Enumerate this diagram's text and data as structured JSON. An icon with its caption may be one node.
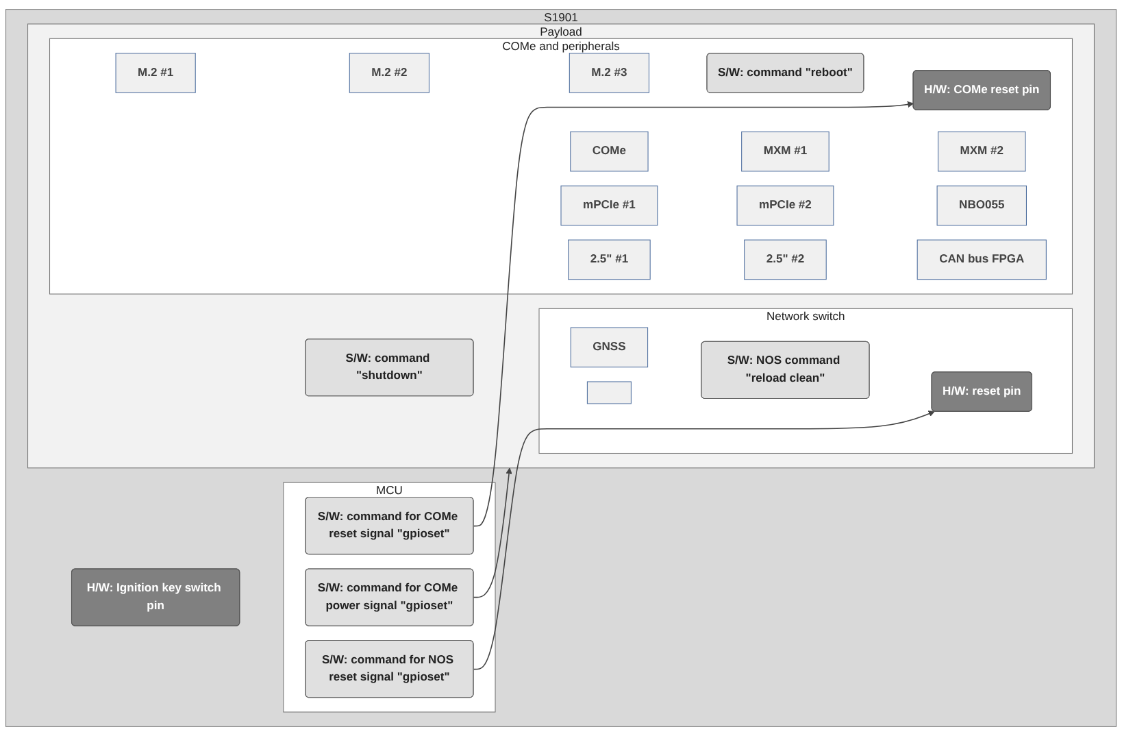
{
  "diagram": {
    "nodes": [
      {
        "text": [
          "S1901"
        ]
      },
      {
        "text": [
          "H/W: Ignition key switch pin"
        ],
        "in": 0
      },
      {
        "text": [
          "Payload"
        ],
        "in": 0
      },
      {
        "text": [
          "S/W: command \"shutdown\""
        ],
        "in": 2
      },
      {
        "text": [
          "COMe and peripherals"
        ],
        "in": 2
      },
      {
        "text": [
          "COMe"
        ],
        "in": 4
      },
      {
        "text": [
          "M.2 #1"
        ],
        "in": 4
      },
      {
        "text": [
          "mPCIe #1"
        ],
        "in": 4
      },
      {
        "text": [
          "2.5\" #1"
        ],
        "in": 4
      },
      {
        "text": [
          "MXM #1"
        ],
        "in": 4
      },
      {
        "text": [
          "M.2 #2"
        ],
        "in": 4
      },
      {
        "text": [
          "mPCIe #2"
        ],
        "in": 4
      },
      {
        "text": [
          "2.5\" #2"
        ],
        "in": 4
      },
      {
        "text": [
          "MXM #2"
        ],
        "in": 4
      },
      {
        "text": [
          "M.2 #3"
        ],
        "in": 4
      },
      {
        "text": [
          "NBO055"
        ],
        "in": 4
      },
      {
        "text": [
          "CAN bus FPGA"
        ],
        "in": 4
      },
      {
        "text": [
          "S/W: command \"reboot\""
        ],
        "in": 4
      },
      {
        "text": [
          "H/W: COMe reset pin"
        ],
        "in": 4
      },
      {
        "text": [
          "Network switch"
        ],
        "in": 2
      },
      {
        "text": [],
        "shape": "box",
        "in": 19
      },
      {
        "text": [
          "GNSS"
        ],
        "in": 19
      },
      {
        "text": [
          "S/W: NOS command \"reload clean\""
        ],
        "in": 19
      },
      {
        "text": [
          "H/W: reset pin"
        ],
        "in": 19
      },
      {
        "text": [
          "MCU"
        ],
        "in": 0
      },
      {
        "text": [
          "S/W: command for COMe reset signal \"gpioset\""
        ],
        "in": 24
      },
      {
        "text": [
          "S/W: command for COMe power signal \"gpioset\""
        ],
        "in": 24
      },
      {
        "text": [
          "S/W: command for NOS reset signal \"gpioset\""
        ],
        "in": 24
      }
    ],
    "edges": [
      {
        "from": 25,
        "to": 18,
        "arrow": "to"
      },
      {
        "from": 26,
        "to": 2,
        "arrow": "to"
      },
      {
        "from": 27,
        "to": 23,
        "arrow": "to"
      }
    ]
  }
}
